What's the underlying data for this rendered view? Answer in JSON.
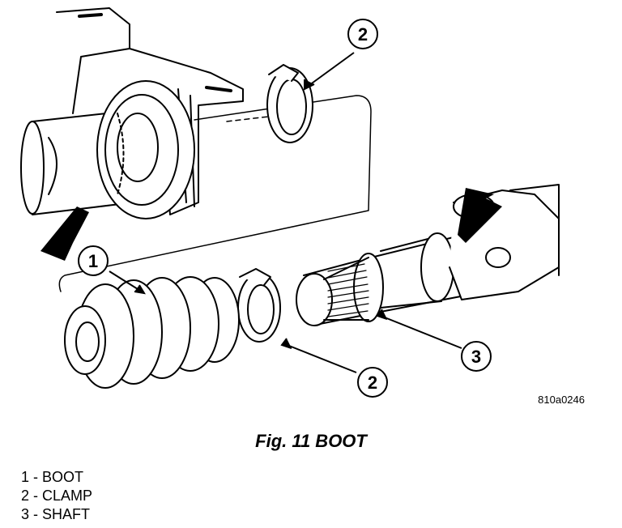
{
  "callouts": [
    {
      "number": "1",
      "target": "BOOT"
    },
    {
      "number": "2",
      "target": "CLAMP"
    },
    {
      "number": "3",
      "target": "SHAFT"
    },
    {
      "number": "2",
      "target": "CLAMP"
    }
  ],
  "figure_code": "810a0246",
  "caption": "Fig. 11 BOOT",
  "legend": [
    "1 - BOOT",
    "2 - CLAMP",
    "3 - SHAFT"
  ]
}
